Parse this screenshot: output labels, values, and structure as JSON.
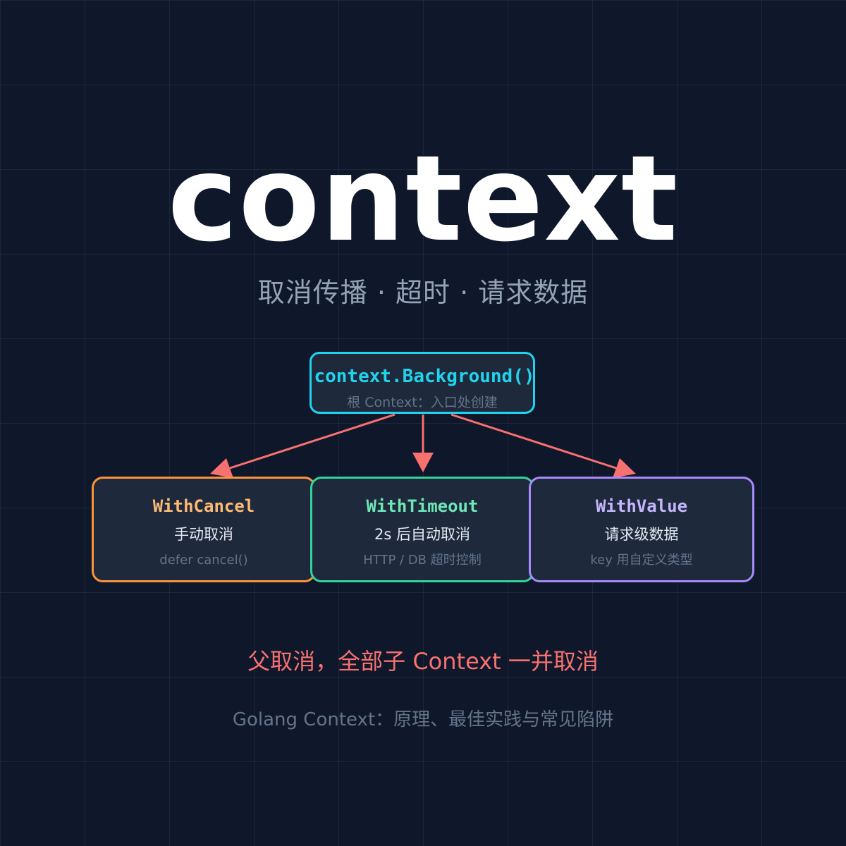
{
  "title": "context",
  "subtitle": "取消传播 · 超时 · 请求数据",
  "root": {
    "label": "context.Background()",
    "description": "根 Context：入口处创建"
  },
  "children": [
    {
      "label": "WithCancel",
      "description": "手动取消",
      "note": "defer cancel()"
    },
    {
      "label": "WithTimeout",
      "description": "2s 后自动取消",
      "note": "HTTP / DB 超时控制"
    },
    {
      "label": "WithValue",
      "description": "请求级数据",
      "note": "key 用自定义类型"
    }
  ],
  "tagline": "父取消，全部子 Context 一并取消",
  "footer": "Golang Context：原理、最佳实践与常见陷阱",
  "colors": {
    "background": "#0f172a",
    "root": "#22d3ee",
    "cancel": "#fb923c",
    "timeout": "#34d399",
    "value": "#a78bfa",
    "arrow": "#f87171"
  }
}
